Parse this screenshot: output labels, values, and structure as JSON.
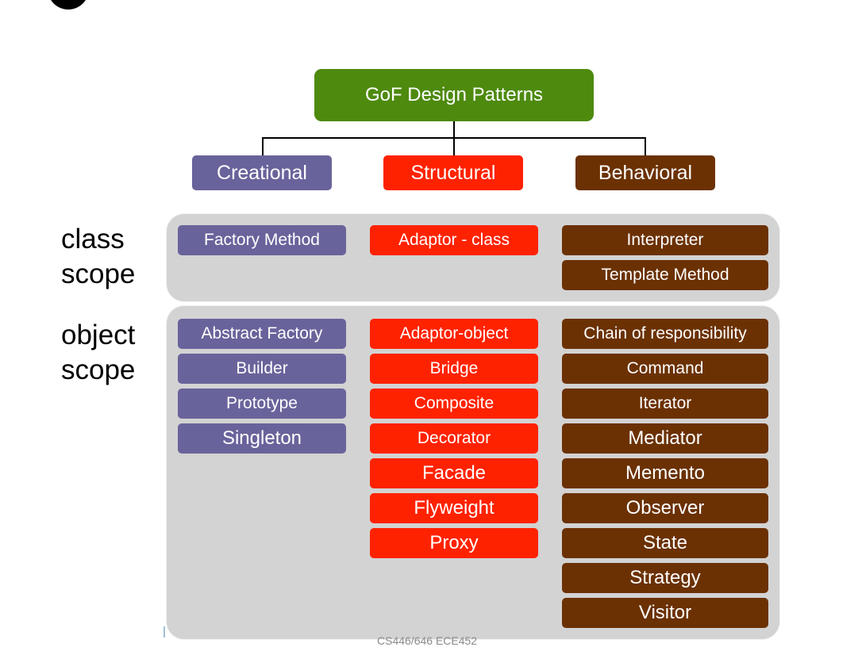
{
  "root": {
    "label": "GoF Design Patterns"
  },
  "categories": [
    {
      "label": "Creational",
      "color": "#69639b"
    },
    {
      "label": "Structural",
      "color": "#ff2200"
    },
    {
      "label": "Behavioral",
      "color": "#6b3103"
    }
  ],
  "class_scope": {
    "label_line1": "class",
    "label_line2": "scope",
    "creational": [
      "Factory Method"
    ],
    "structural": [
      "Adaptor - class"
    ],
    "behavioral": [
      "Interpreter",
      "Template Method"
    ]
  },
  "object_scope": {
    "label_line1": "object",
    "label_line2": "scope",
    "creational": [
      "Abstract Factory",
      "Builder",
      "Prototype",
      "Singleton"
    ],
    "structural": [
      "Adaptor-object",
      "Bridge",
      "Composite",
      "Decorator",
      "Facade",
      "Flyweight",
      "Proxy"
    ],
    "behavioral": [
      "Chain of responsibility",
      "Command",
      "Iterator",
      "Mediator",
      "Memento",
      "Observer",
      "State",
      "Strategy",
      "Visitor"
    ]
  },
  "footer": {
    "text": "CS446/646 ECE452"
  }
}
